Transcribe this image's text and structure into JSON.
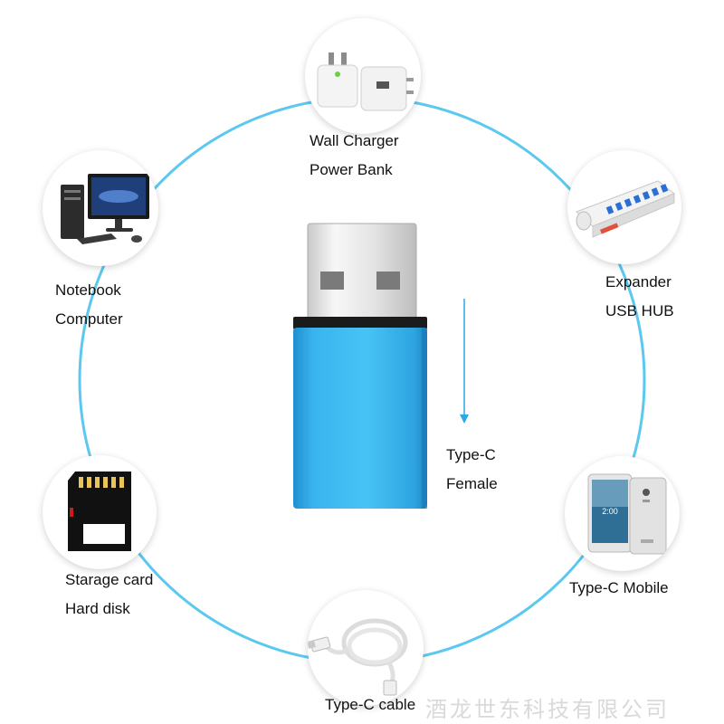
{
  "colors": {
    "ring": "#5bc8f0",
    "arrow": "#2aa8e8",
    "adapter_body": "#3ab4ee"
  },
  "devices": {
    "charger": {
      "icon": "wall-charger-icon",
      "line1": "Wall Charger",
      "line2": "Power Bank"
    },
    "computer": {
      "icon": "desktop-computer-icon",
      "line1": "Notebook",
      "line2": "Computer"
    },
    "hub": {
      "icon": "usb-hub-icon",
      "line1": "Expander",
      "line2": "USB HUB"
    },
    "storage": {
      "icon": "sd-card-icon",
      "line1": "Starage card",
      "line2": "Hard disk"
    },
    "mobile": {
      "icon": "smartphone-icon",
      "line1": "Type-C Mobile"
    },
    "cable": {
      "icon": "usb-cable-icon",
      "line1": "Type-C cable"
    }
  },
  "adapter": {
    "icon": "usb-adapter-icon",
    "line1": "Type-C",
    "line2": "Female",
    "phone_time": "2:00"
  },
  "watermark": "酒龙世东科技有限公司"
}
